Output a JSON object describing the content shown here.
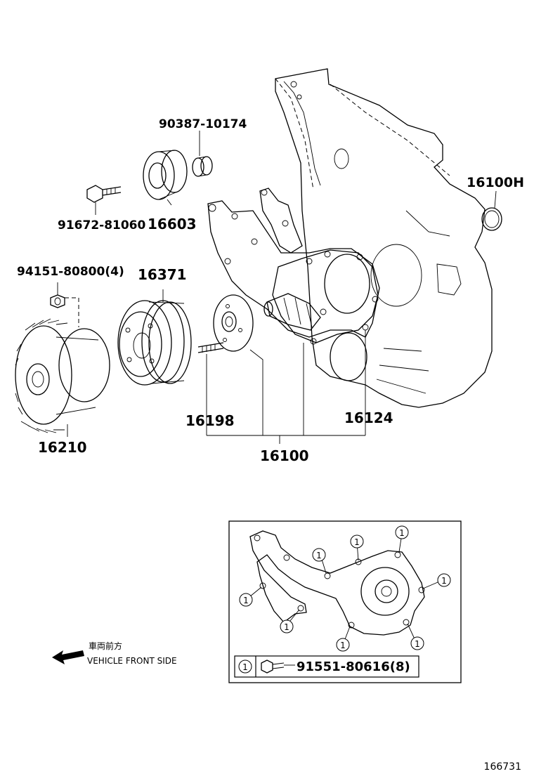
{
  "parts": {
    "p90387": "90387-10174",
    "p16100H": "16100H",
    "p91672": "91672-81060",
    "p16603": "16603",
    "p94151": "94151-80800(4)",
    "p16371": "16371",
    "p16210": "16210",
    "p16198": "16198",
    "p16124": "16124",
    "p16100": "16100"
  },
  "inset": {
    "marker": "1",
    "legend_part": "91551-80616(8)"
  },
  "direction": {
    "jp": "車両前方",
    "en": "VEHICLE FRONT SIDE"
  },
  "footer": {
    "diagram_id": "166731"
  }
}
